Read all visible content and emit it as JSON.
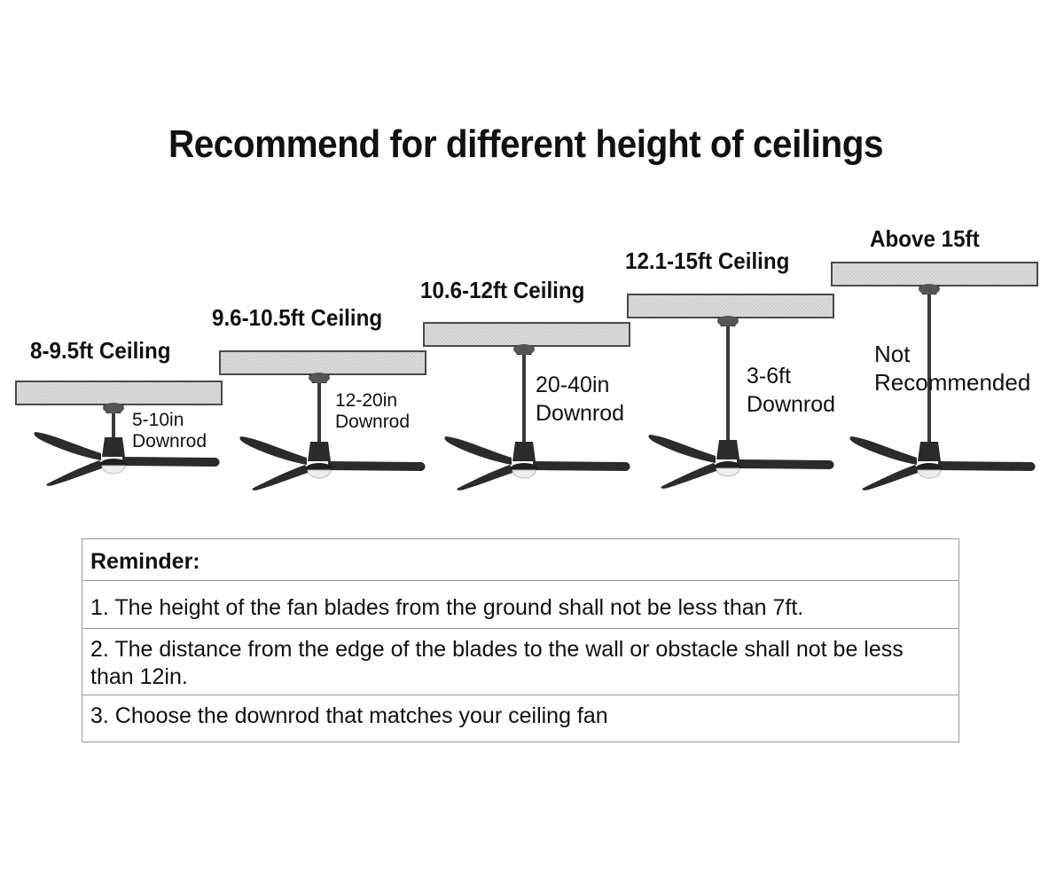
{
  "title": "Recommend for different height of ceilings",
  "colors": {
    "text": "#111111",
    "ceiling_fill": "#d9d9d9",
    "ceiling_border": "#4a4a4a",
    "fan_dark": "#2b2b2b",
    "light_globe": "#eeeeee",
    "table_border": "#9a9a9a"
  },
  "options": [
    {
      "ceiling": "8-9.5ft Ceiling",
      "downrod_size": "5-10in",
      "downrod_word": "Downrod"
    },
    {
      "ceiling": "9.6-10.5ft Ceiling",
      "downrod_size": "12-20in",
      "downrod_word": "Downrod"
    },
    {
      "ceiling": "10.6-12ft Ceiling",
      "downrod_size": "20-40in",
      "downrod_word": "Downrod"
    },
    {
      "ceiling": "12.1-15ft Ceiling",
      "downrod_size": "3-6ft",
      "downrod_word": "Downrod"
    },
    {
      "ceiling": "Above 15ft",
      "note_line1": "Not",
      "note_line2": "Recommended"
    }
  ],
  "reminder": {
    "heading": "Reminder:",
    "items": [
      "1. The height of the fan blades from the ground shall not be less than 7ft.",
      "2. The distance from the edge of the blades to the wall or obstacle shall not be less than 12in.",
      "3. Choose the downrod that matches your ceiling fan"
    ]
  }
}
